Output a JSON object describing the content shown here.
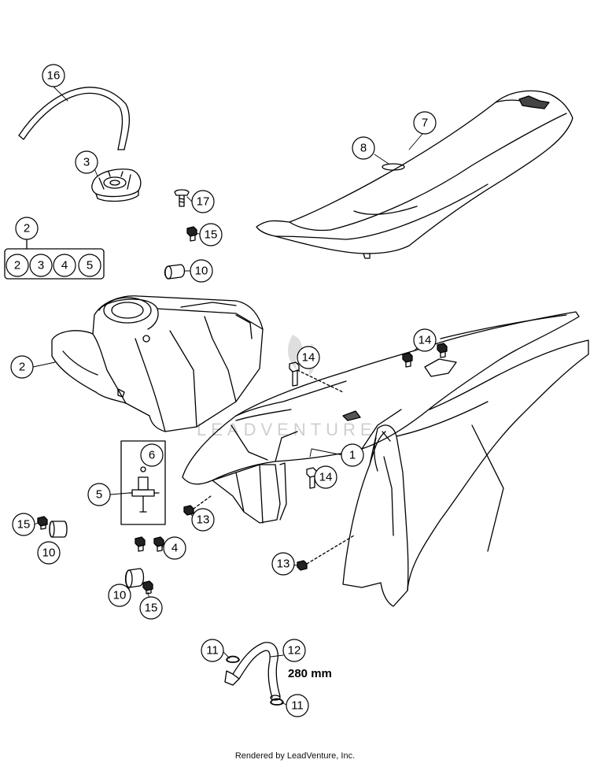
{
  "callouts": {
    "c16": "16",
    "c3": "3",
    "c17": "17",
    "c15a": "15",
    "c10a": "10",
    "c2top": "2",
    "k2": "2",
    "k3": "3",
    "k4": "4",
    "k5": "5",
    "c2tank": "2",
    "c7": "7",
    "c8": "8",
    "c14a": "14",
    "c14b": "14",
    "c14c": "14",
    "c1": "1",
    "c6": "6",
    "c5": "5",
    "c13a": "13",
    "c13b": "13",
    "c15b": "15",
    "c10b": "10",
    "c4": "4",
    "c10c": "10",
    "c15c": "15",
    "c11a": "11",
    "c12": "12",
    "c11b": "11"
  },
  "hose_length": "280 mm",
  "watermark": "LEADVENTURE",
  "footer": "Rendered by LeadVenture, Inc.",
  "colors": {
    "line": "#000000",
    "watermark": "#d4d4d4",
    "background": "#ffffff"
  }
}
